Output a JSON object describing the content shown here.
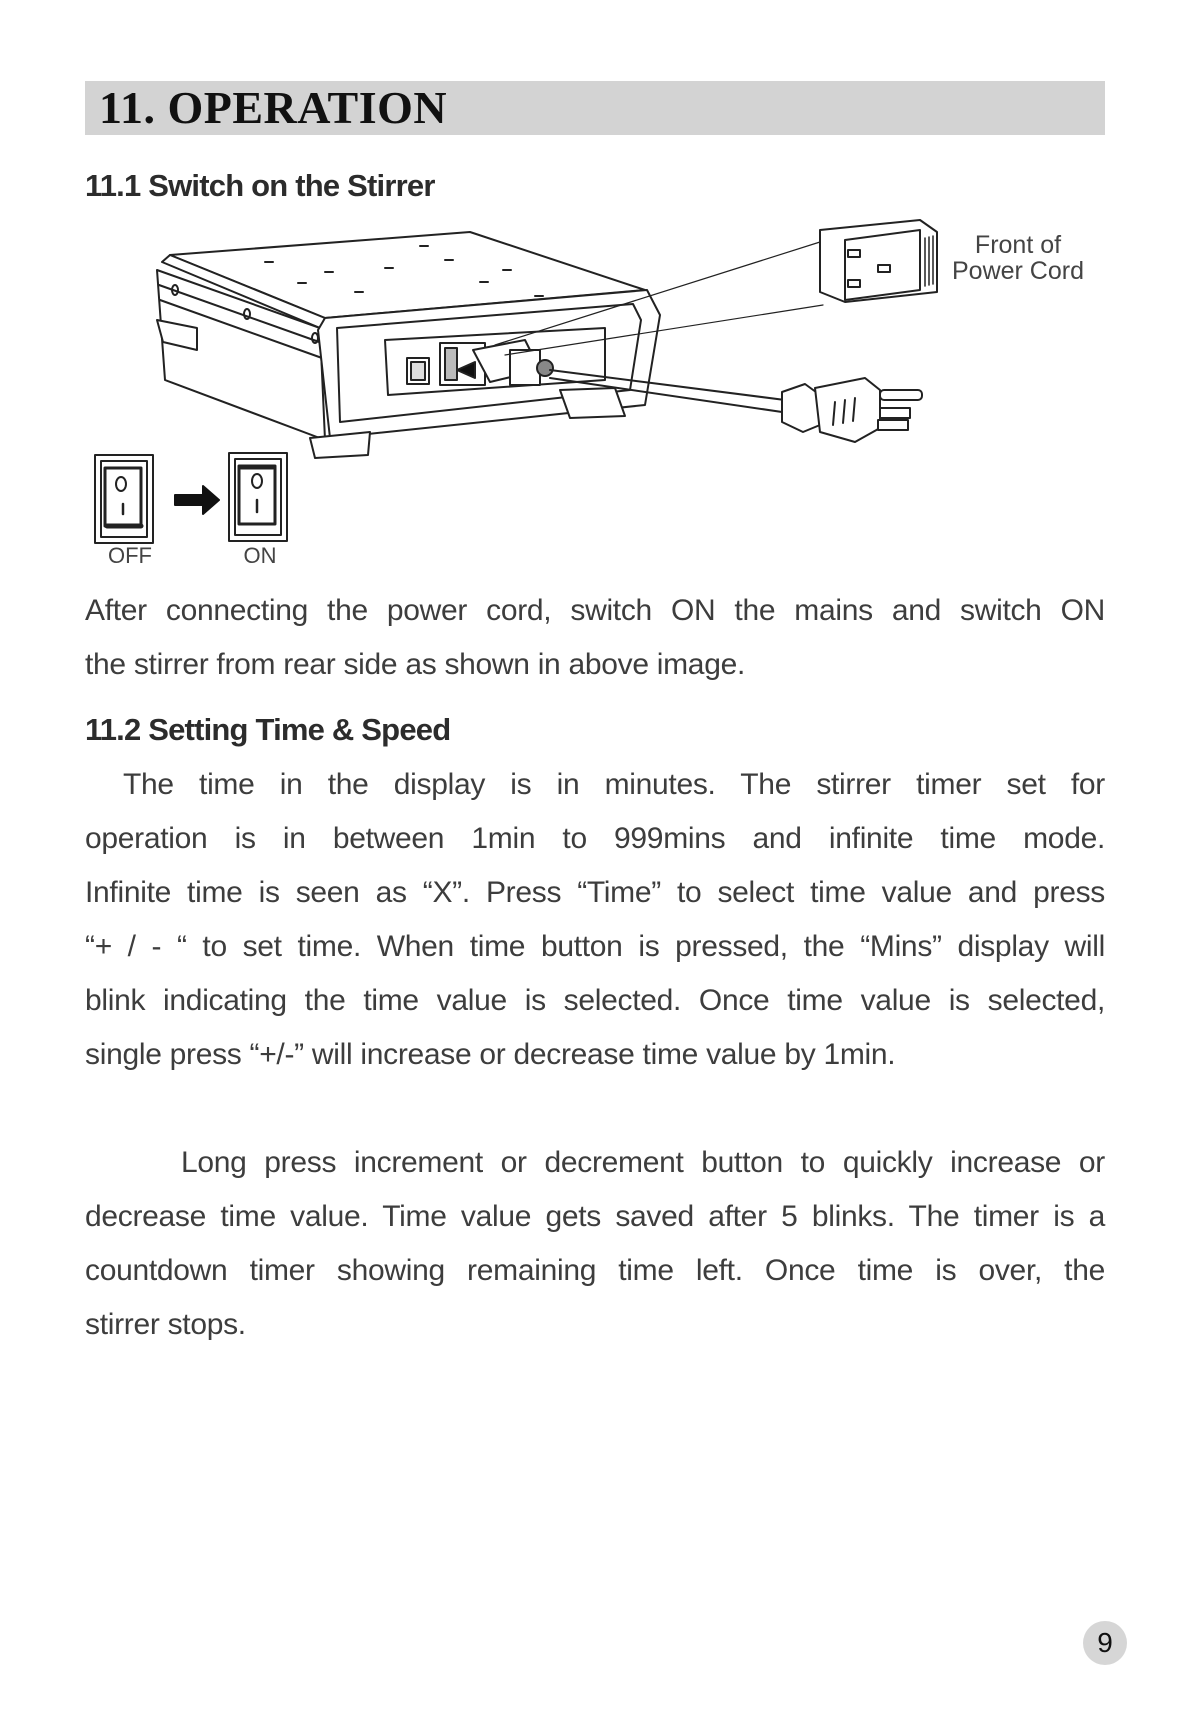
{
  "section": {
    "title": "11. OPERATION"
  },
  "subsection_1": {
    "heading": "11.1 Switch on the Stirrer",
    "figure": {
      "callout_label_line1": "Front of",
      "callout_label_line2": "Power Cord",
      "switch_off_label": "OFF",
      "switch_on_label": "ON",
      "icons": [
        "stirrer-device",
        "power-cord-plug",
        "iec-connector",
        "rocker-switch-off",
        "arrow-right",
        "rocker-switch-on"
      ]
    },
    "paragraph_lines": [
      "After connecting the power cord, switch ON the mains and switch ON",
      "the stirrer from rear side as shown in above image."
    ]
  },
  "subsection_2": {
    "heading": "11.2 Setting Time & Speed",
    "paragraph_1_lines": [
      "The time in the display is in minutes. The stirrer timer set for",
      "operation is in between 1min to 999mins and infinite time mode.",
      "Infinite time is seen as “X”. Press “Time” to select time value and press",
      "“+ / - “ to set time. When time button is pressed, the “Mins” display will",
      "blink indicating the time value is selected. Once time value is selected,",
      "single press “+/-” will increase or decrease time value by 1min."
    ],
    "paragraph_2_lines": [
      "Long press increment or decrement button to quickly increase or",
      "decrease time value. Time value gets saved after 5 blinks. The timer is a",
      "countdown timer showing remaining time left. Once time is over, the",
      "stirrer stops."
    ]
  },
  "footer": {
    "page_number": "9"
  }
}
